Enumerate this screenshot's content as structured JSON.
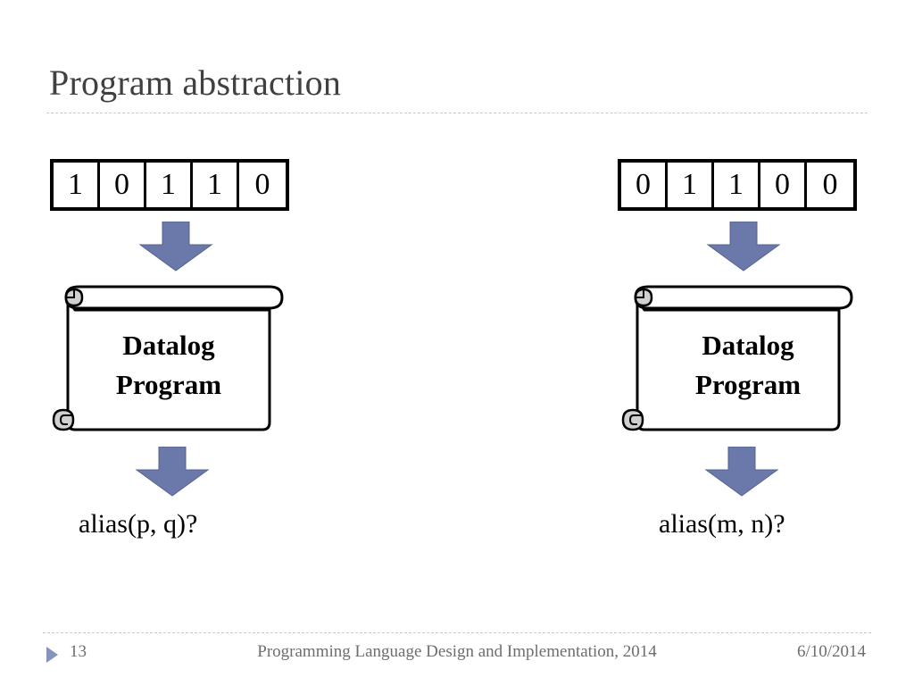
{
  "slide": {
    "title": "Program abstraction",
    "accent_color": "#6b79aa",
    "footer_accent_color": "#8593bd",
    "title_color": "#404040",
    "rule_color": "#c9c9c9"
  },
  "columns": [
    {
      "id": "left",
      "bits": [
        "1",
        "0",
        "1",
        "1",
        "0"
      ],
      "arrow_top": "down-arrow",
      "scroll": {
        "line1": "Datalog",
        "line2": "Program"
      },
      "arrow_bottom": "down-arrow",
      "query": "alias(p, q)?"
    },
    {
      "id": "right",
      "bits": [
        "0",
        "1",
        "1",
        "0",
        "0"
      ],
      "arrow_top": "down-arrow",
      "scroll": {
        "line1": "Datalog",
        "line2": "Program"
      },
      "arrow_bottom": "down-arrow",
      "query": "alias(m, n)?"
    }
  ],
  "footer": {
    "slide_number": "13",
    "center_text": "Programming Language Design and Implementation, 2014",
    "date": "6/10/2014"
  }
}
